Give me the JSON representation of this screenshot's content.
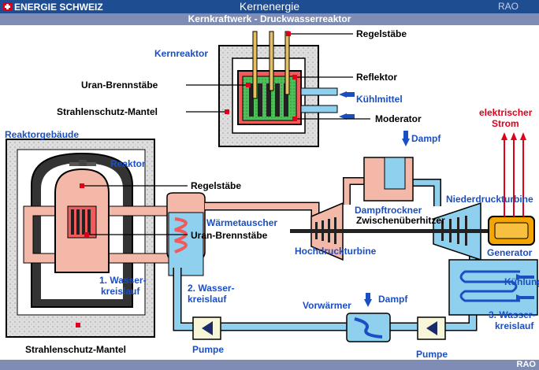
{
  "header": {
    "brand": "ENERGIE SCHWEIZ",
    "title": "Kernenergie",
    "rao": "RAO"
  },
  "subheader": {
    "title": "Kernkraftwerk - Druckwasserreaktor"
  },
  "footer": {
    "rao": "RAO"
  },
  "labels": {
    "kernreaktor": "Kernreaktor",
    "regelstaebe_top": "Regelstäbe",
    "uran_top": "Uran-Brennstäbe",
    "reflektor": "Reflektor",
    "kuehlmittel": "Kühlmittel",
    "strahlenschutz_top": "Strahlenschutz-Mantel",
    "moderator": "Moderator",
    "reaktorgebaeude": "Reaktorgebäude",
    "reaktor": "Reaktor",
    "regelstaebe": "Regelstäbe",
    "waermetauscher": "Wärmetauscher",
    "uran": "Uran-Brennstäbe",
    "kreislauf1_a": "1. Wasser-",
    "kreislauf1_b": "kreislauf",
    "kreislauf2_a": "2. Wasser-",
    "kreislauf2_b": "kreislauf",
    "strahlenschutz_bottom": "Strahlenschutz-Mantel",
    "pumpe_left": "Pumpe",
    "vorwaermer": "Vorwärmer",
    "dampf_bottom": "Dampf",
    "pumpe_right": "Pumpe",
    "kreislauf3_a": "3. Wasser-",
    "kreislauf3_b": "kreislauf",
    "kuehlung": "Kühlung",
    "generator": "Generator",
    "hochdruckturbine": "Hochdruckturbine",
    "dampftrockner": "Dampftrockner",
    "zwischenueberhitzer": "Zwischenüberhitzer",
    "niederdruckturbine": "Niederdruckturbine",
    "dampf_top": "Dampf",
    "strom_a": "elektrischer",
    "strom_b": "Strom"
  },
  "colors": {
    "header_blue": "#1e4d92",
    "header_gray": "#7f8db4",
    "primary_loop": "#f4b8a8",
    "secondary_loop": "#8fd0ee",
    "label_blue": "#1a4fc4",
    "label_red": "#e0001a",
    "concrete": "#dcdcdc",
    "generator": "#f5a500"
  }
}
